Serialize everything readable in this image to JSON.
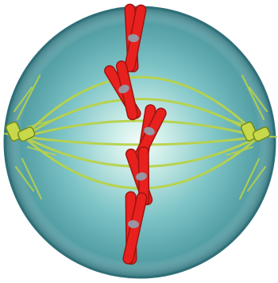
{
  "colors": {
    "background": "#ffffff",
    "cell_outer": "#3f8d94",
    "cell_mid": "#7cc3c6",
    "cell_center": "#f4fbf9",
    "cell_rim": "#2f6f78",
    "spindle_fiber": "#b7d24a",
    "centriole": "#c7d84a",
    "centriole_edge": "#6f8a1f",
    "chromosome": "#e8211e",
    "chromosome_shadow": "#9e1410",
    "centromere": "#8fa3b0"
  },
  "illustration": {
    "subject": "cell-in-metaphase",
    "parts": [
      "cell-membrane",
      "spindle-fibers",
      "centrioles",
      "chromosomes"
    ]
  }
}
